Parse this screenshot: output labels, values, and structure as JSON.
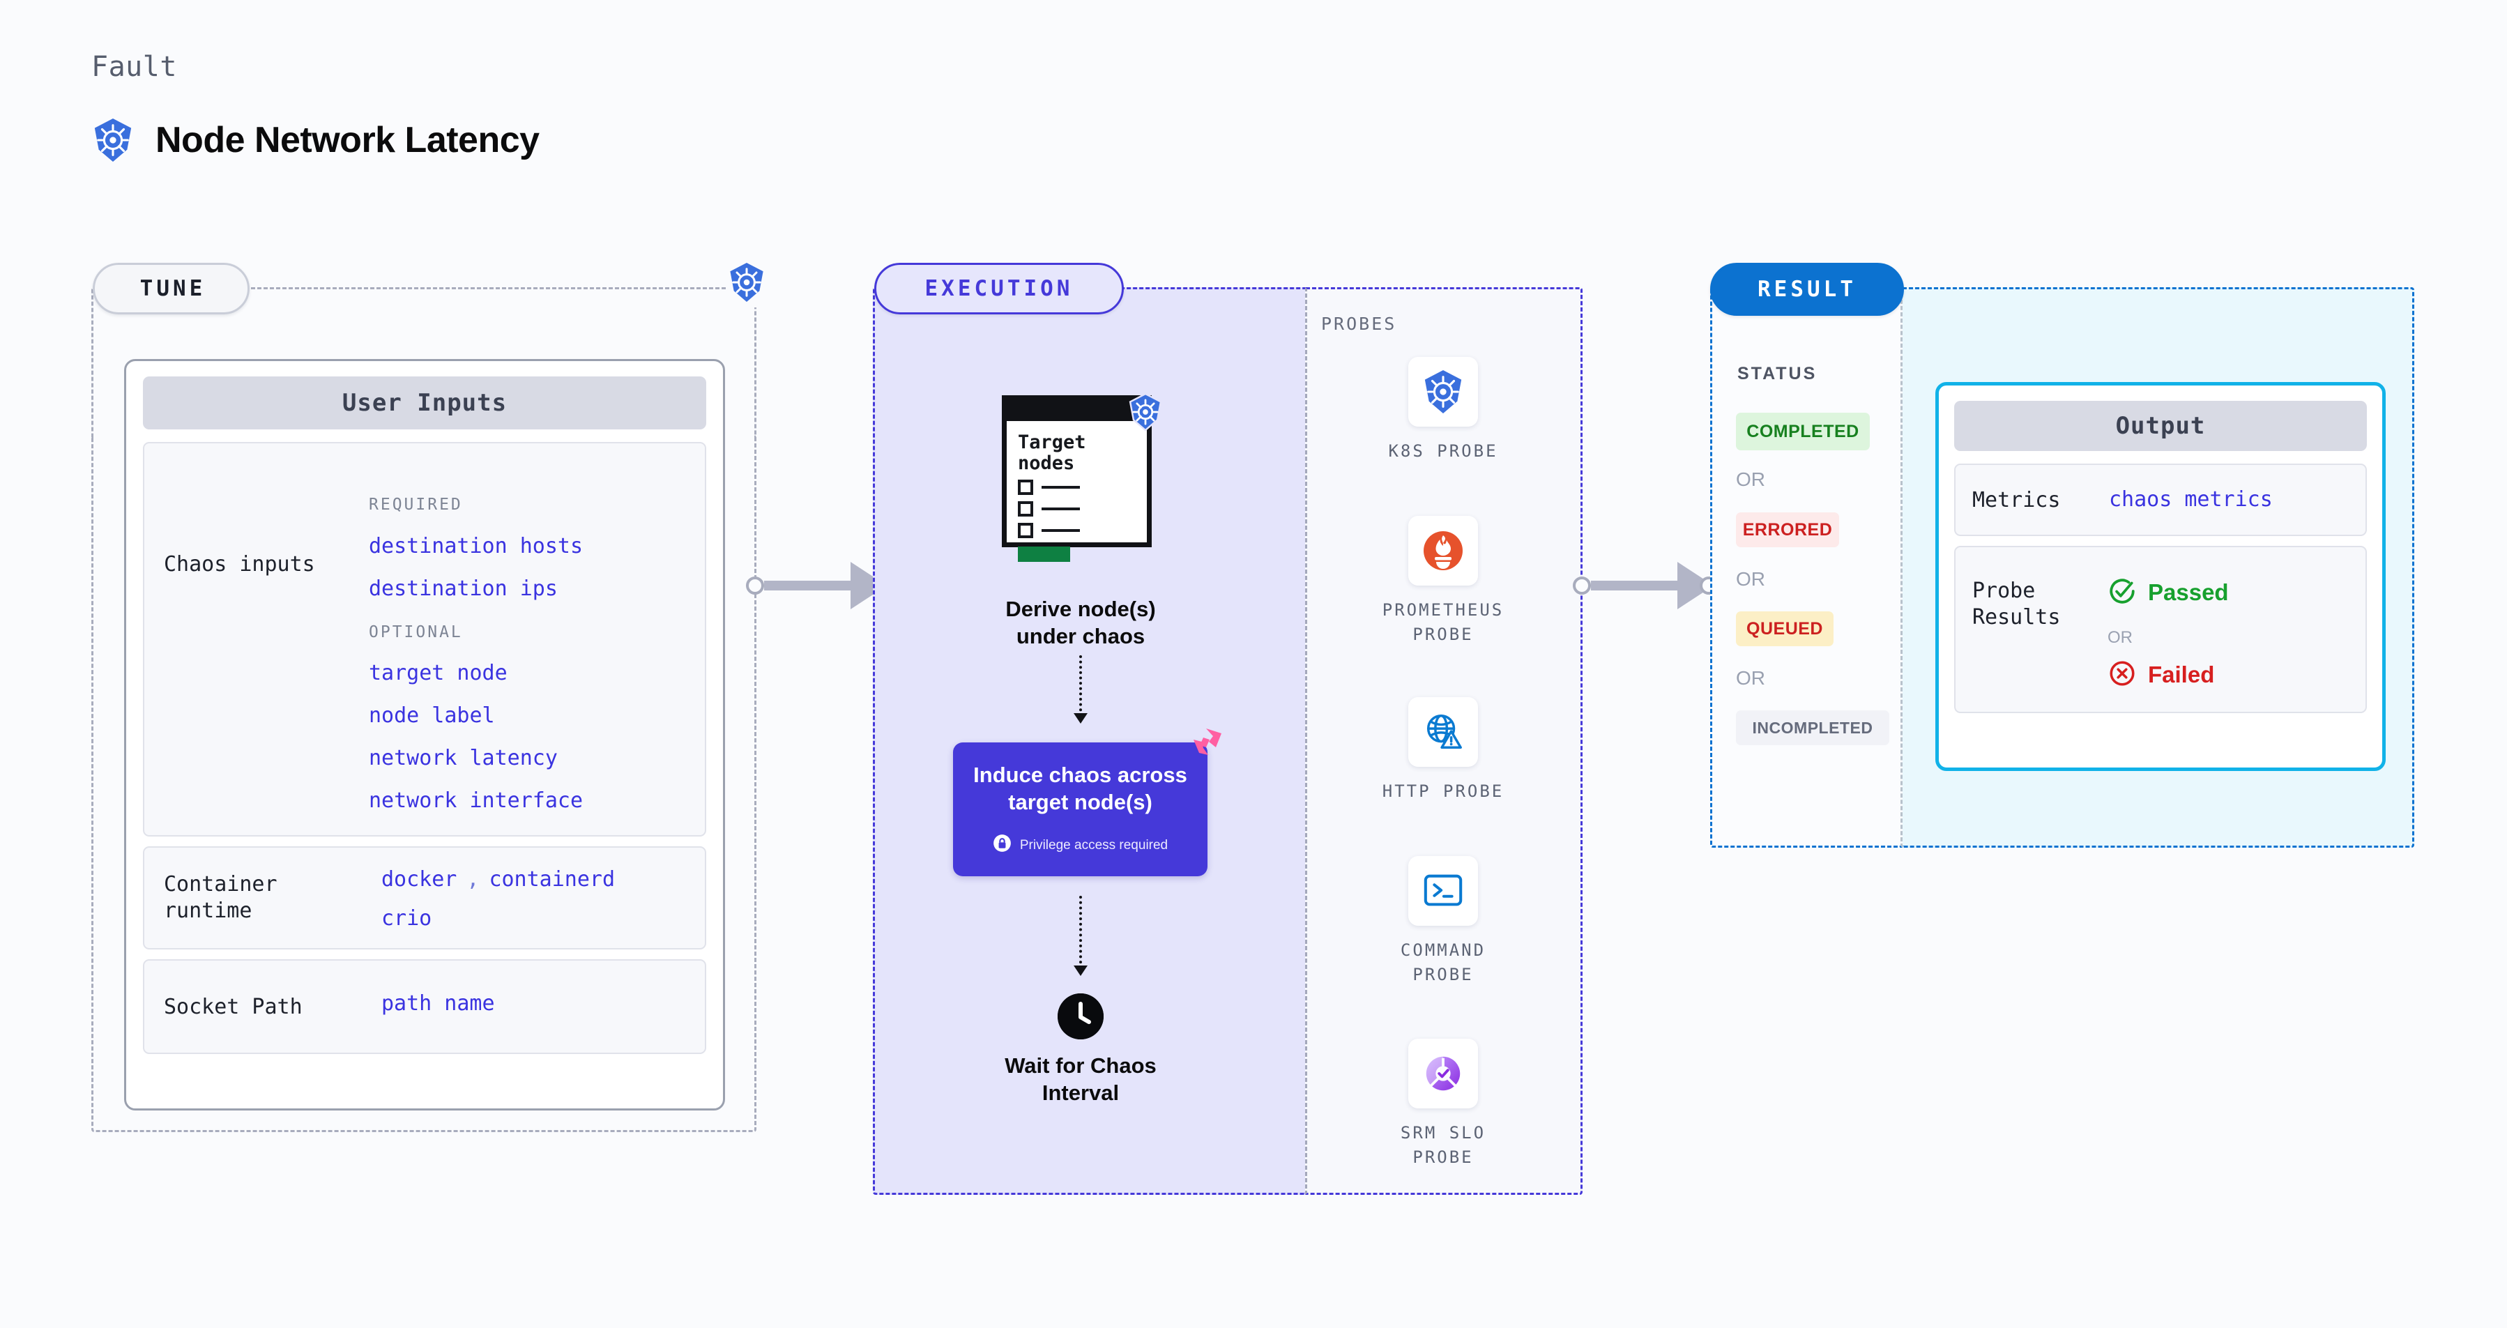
{
  "header": {
    "kicker": "Fault",
    "title": "Node Network Latency",
    "logo_icon": "kubernetes-icon"
  },
  "colors": {
    "background": "#fafbfd",
    "tune_accent": "#c9cdd8",
    "execution_accent": "#4539d9",
    "result_accent": "#0c72d0",
    "output_accent": "#11b2e8",
    "value_blue": "#3a33e0",
    "chaos_box": "#4539d9",
    "harness_pink": "#ff5fa2",
    "completed_green": "#17801f",
    "errored_red": "#cc2020",
    "queued_red": "#cc2020",
    "incompleted_gray": "#656b7c"
  },
  "tune": {
    "pill_label": "TUNE",
    "badge_icon": "kubernetes-icon",
    "card_title": "User Inputs",
    "sections": [
      {
        "label": "Chaos inputs",
        "groups": [
          {
            "tag": "REQUIRED",
            "values": [
              "destination hosts",
              "destination ips"
            ]
          },
          {
            "tag": "OPTIONAL",
            "values": [
              "target node",
              "node label",
              "network latency",
              "network interface"
            ]
          }
        ]
      },
      {
        "label": "Container\nruntime",
        "values_line1": [
          "docker",
          "containerd"
        ],
        "separator": ",",
        "values_line2": [
          "crio"
        ]
      },
      {
        "label": "Socket Path",
        "values": [
          "path name"
        ]
      }
    ]
  },
  "execution": {
    "pill_label": "EXECUTION",
    "steps": [
      {
        "icon": "target-nodes-document-icon",
        "doc_title": "Target\nnodes",
        "badge_icon": "kubernetes-icon",
        "caption": "Derive node(s)\nunder chaos"
      },
      {
        "icon": "harness-logo-icon",
        "title": "Induce chaos across\ntarget node(s)",
        "note_icon": "lock-icon",
        "note": "Privilege access required"
      },
      {
        "icon": "clock-icon",
        "caption": "Wait for Chaos\nInterval"
      }
    ],
    "probes": {
      "title": "PROBES",
      "items": [
        {
          "icon": "kubernetes-icon",
          "label": "K8S PROBE"
        },
        {
          "icon": "prometheus-icon",
          "label": "PROMETHEUS\nPROBE"
        },
        {
          "icon": "http-globe-icon",
          "label": "HTTP PROBE"
        },
        {
          "icon": "terminal-icon",
          "label": "COMMAND\nPROBE"
        },
        {
          "icon": "srm-slo-icon",
          "label": "SRM SLO\nPROBE"
        }
      ]
    }
  },
  "result": {
    "pill_label": "RESULT",
    "status_title": "STATUS",
    "or_label": "OR",
    "statuses": [
      {
        "label": "COMPLETED",
        "bg": "#ddf5dd",
        "fg": "#17801f"
      },
      {
        "label": "ERRORED",
        "bg": "#fdeaea",
        "fg": "#cc2020"
      },
      {
        "label": "QUEUED",
        "bg": "#fcefc6",
        "fg": "#cc2020"
      },
      {
        "label": "INCOMPLETED",
        "bg": "#f1f2f7",
        "fg": "#656b7c"
      }
    ],
    "output": {
      "card_title": "Output",
      "rows": [
        {
          "label": "Metrics",
          "value": "chaos metrics"
        },
        {
          "label": "Probe\nResults",
          "pass_icon": "check-circle-icon",
          "pass_label": "Passed",
          "or_label": "OR",
          "fail_icon": "x-circle-icon",
          "fail_label": "Failed"
        }
      ]
    }
  }
}
